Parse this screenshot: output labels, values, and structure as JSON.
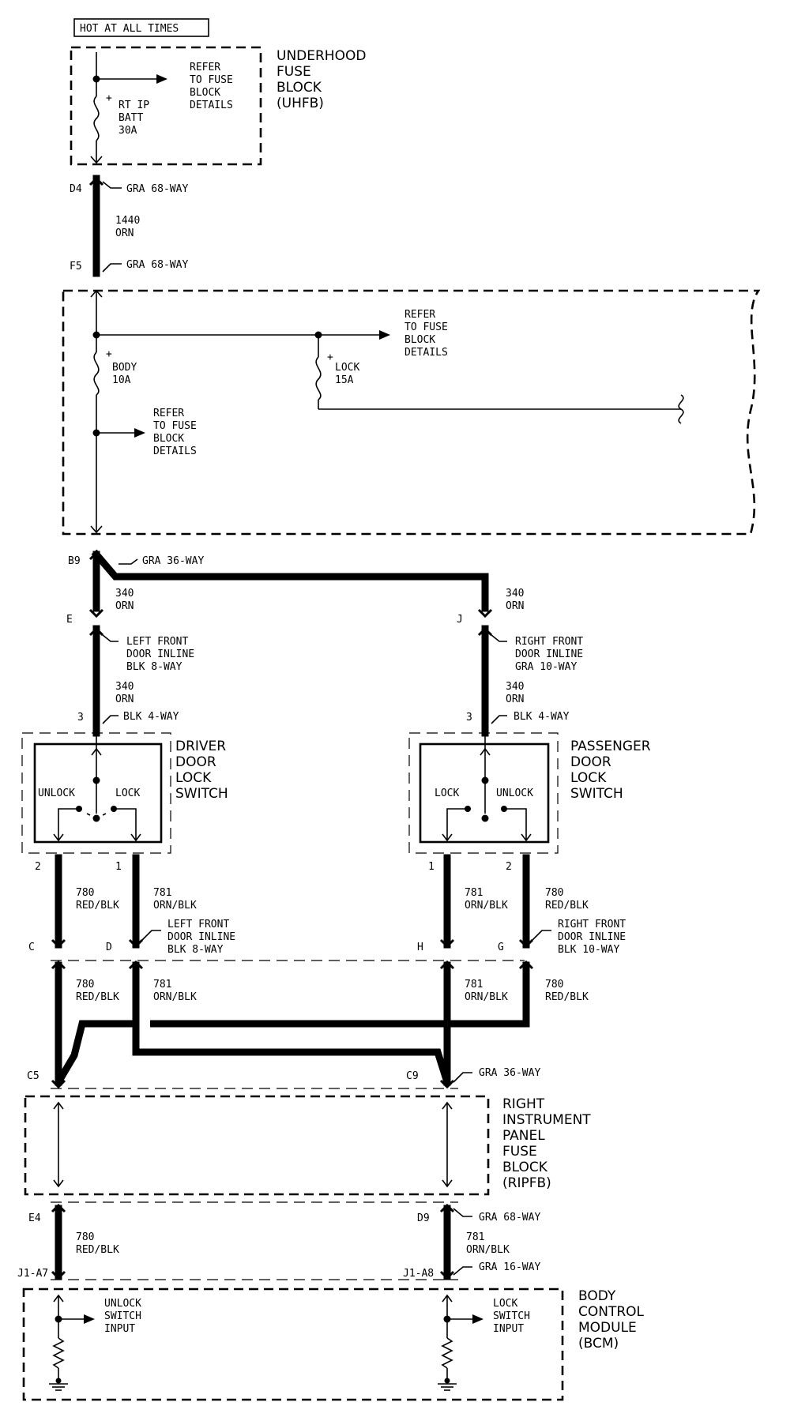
{
  "top_label": "HOT AT ALL TIMES",
  "uhfb": {
    "name": [
      "UNDERHOOD",
      "FUSE",
      "BLOCK",
      "(UHFB)"
    ],
    "refer": [
      "REFER",
      "TO FUSE",
      "BLOCK",
      "DETAILS"
    ],
    "fuse": [
      "RT IP",
      "BATT",
      "30A"
    ]
  },
  "conn1": {
    "top_pin": "D4",
    "top_label": "GRA 68-WAY",
    "wire": [
      "1440",
      "ORN"
    ],
    "bottom_pin": "F5",
    "bottom_label": "GRA 68-WAY"
  },
  "mid_block": {
    "refer_right": [
      "REFER",
      "TO FUSE",
      "BLOCK",
      "DETAILS"
    ],
    "fuse_body": [
      "BODY",
      "10A"
    ],
    "fuse_lock": [
      "LOCK",
      "15A"
    ],
    "refer_left": [
      "REFER",
      "TO FUSE",
      "BLOCK",
      "DETAILS"
    ]
  },
  "conn2": {
    "pin": "B9",
    "label": "GRA 36-WAY"
  },
  "left_branch": {
    "wire_top": [
      "340",
      "ORN"
    ],
    "pin_e": "E",
    "inline": [
      "LEFT FRONT",
      "DOOR INLINE",
      "BLK 8-WAY"
    ],
    "wire_bottom": [
      "340",
      "ORN"
    ],
    "pin_3": "3",
    "switch_conn": "BLK 4-WAY",
    "switch_name": [
      "DRIVER",
      "DOOR",
      "LOCK",
      "SWITCH"
    ],
    "unlock": "UNLOCK",
    "lock": "LOCK"
  },
  "right_branch": {
    "wire_top": [
      "340",
      "ORN"
    ],
    "pin_j": "J",
    "inline": [
      "RIGHT FRONT",
      "DOOR INLINE",
      "GRA 10-WAY"
    ],
    "wire_bottom": [
      "340",
      "ORN"
    ],
    "pin_3": "3",
    "switch_conn": "BLK 4-WAY",
    "switch_name": [
      "PASSENGER",
      "DOOR",
      "LOCK",
      "SWITCH"
    ],
    "lock": "LOCK",
    "unlock": "UNLOCK"
  },
  "left_outputs": {
    "pin_2": "2",
    "pin_1": "1",
    "w780": [
      "780",
      "RED/BLK"
    ],
    "w781": [
      "781",
      "ORN/BLK"
    ],
    "pin_c": "C",
    "pin_d": "D",
    "inline": [
      "LEFT FRONT",
      "DOOR INLINE",
      "BLK 8-WAY"
    ],
    "w780b": [
      "780",
      "RED/BLK"
    ],
    "w781b": [
      "781",
      "ORN/BLK"
    ]
  },
  "right_outputs": {
    "pin_1": "1",
    "pin_2": "2",
    "w781": [
      "781",
      "ORN/BLK"
    ],
    "w780": [
      "780",
      "RED/BLK"
    ],
    "pin_h": "H",
    "pin_g": "G",
    "inline": [
      "RIGHT FRONT",
      "DOOR INLINE",
      "BLK 10-WAY"
    ],
    "w781b": [
      "781",
      "ORN/BLK"
    ],
    "w780b": [
      "780",
      "RED/BLK"
    ]
  },
  "conn3": {
    "pin_c5": "C5",
    "pin_c9": "C9",
    "label": "GRA 36-WAY"
  },
  "ripfb": {
    "name": [
      "RIGHT",
      "INSTRUMENT",
      "PANEL",
      "FUSE",
      "BLOCK",
      "(RIPFB)"
    ]
  },
  "conn4": {
    "pin_e4": "E4",
    "pin_d9": "D9",
    "label": "GRA 68-WAY",
    "w780": [
      "780",
      "RED/BLK"
    ],
    "w781": [
      "781",
      "ORN/BLK"
    ]
  },
  "conn5": {
    "pin_left": "J1-A7",
    "pin_right": "J1-A8",
    "label": "GRA 16-WAY"
  },
  "bcm": {
    "name": [
      "BODY",
      "CONTROL",
      "MODULE",
      "(BCM)"
    ],
    "unlock_input": [
      "UNLOCK",
      "SWITCH",
      "INPUT"
    ],
    "lock_input": [
      "LOCK",
      "SWITCH",
      "INPUT"
    ]
  }
}
